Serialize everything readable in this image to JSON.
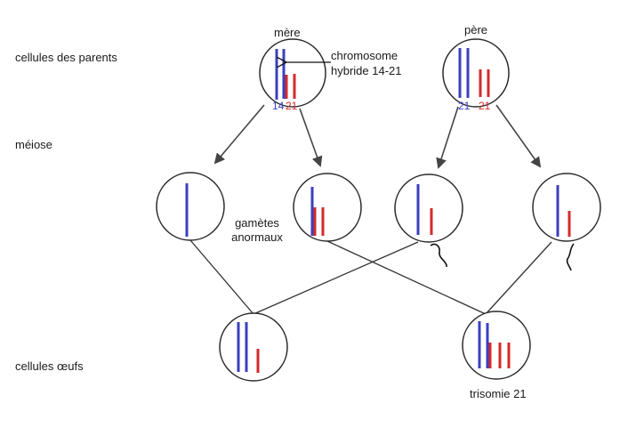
{
  "row_labels": {
    "parents": "cellules des parents",
    "meiosis": "méiose",
    "eggs": "cellules œufs"
  },
  "mother": {
    "label": "mère",
    "num_14": "14",
    "num_21": "21"
  },
  "father": {
    "label": "père",
    "num_a": "21",
    "num_b": "21"
  },
  "annotations": {
    "hybrid_line1": "chromosome",
    "hybrid_line2": "hybride 14-21",
    "abnormal_line1": "gamètes",
    "abnormal_line2": "anormaux",
    "trisomy": "trisomie 21"
  },
  "colors": {
    "blue": "#3b3fbf",
    "red": "#d42a2a",
    "outline": "#2b2b2b",
    "arrow": "#444444",
    "line": "#333333"
  }
}
